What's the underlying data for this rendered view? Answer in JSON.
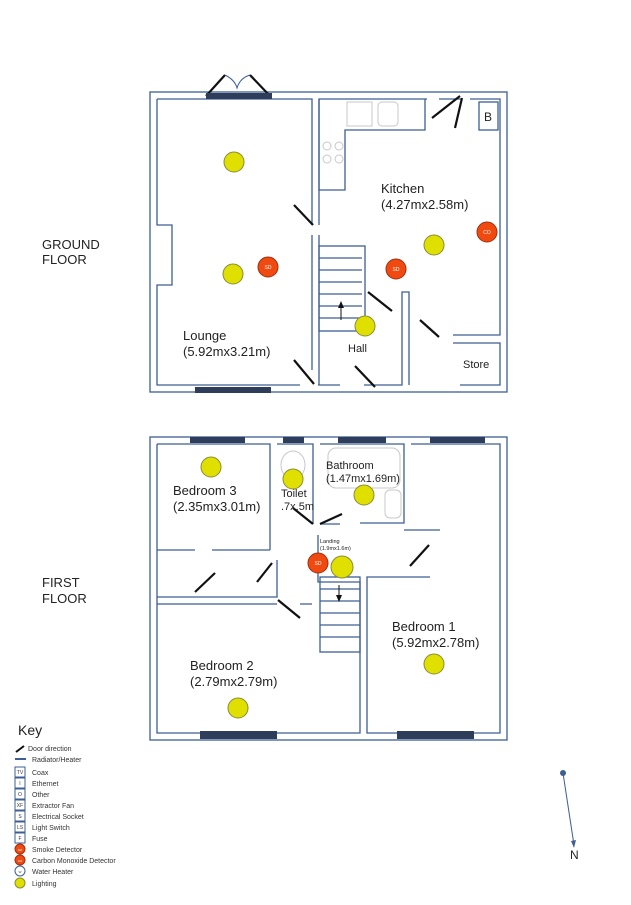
{
  "floors": {
    "ground": {
      "label_line1": "GROUND",
      "label_line2": "FLOOR"
    },
    "first": {
      "label_line1": "FIRST",
      "label_line2": "FLOOR"
    }
  },
  "rooms": {
    "lounge": {
      "name": "Lounge",
      "size": "(5.92mx3.21m)"
    },
    "kitchen": {
      "name": "Kitchen",
      "size": "(4.27mx2.58m)"
    },
    "hall": {
      "name": "Hall"
    },
    "store": {
      "name": "Store"
    },
    "boiler": {
      "label": "B"
    },
    "bedroom3": {
      "name": "Bedroom 3",
      "size": "(2.35mx3.01m)"
    },
    "toilet": {
      "name": "Toilet",
      "size": ".7x.5m"
    },
    "bathroom": {
      "name": "Bathroom",
      "size": "(1.47mx1.69m)"
    },
    "landing": {
      "name": "Landing",
      "size": "(1.9mx1.6m)"
    },
    "bedroom1": {
      "name": "Bedroom 1",
      "size": "(5.92mx2.78m)"
    },
    "bedroom2": {
      "name": "Bedroom 2",
      "size": "(2.79mx2.79m)"
    }
  },
  "detector_labels": {
    "smoke": "SD",
    "co": "CO"
  },
  "key": {
    "title": "Key",
    "items": [
      {
        "symbol": "",
        "label": "Door direction"
      },
      {
        "symbol": "",
        "label": "Radiator/Heater"
      },
      {
        "symbol": "TV",
        "label": "Coax"
      },
      {
        "symbol": "I",
        "label": "Ethernet"
      },
      {
        "symbol": "O",
        "label": "Other"
      },
      {
        "symbol": "XF",
        "label": "Extractor Fan"
      },
      {
        "symbol": "S",
        "label": "Electrical Socket"
      },
      {
        "symbol": "LS",
        "label": "Light Switch"
      },
      {
        "symbol": "F",
        "label": "Fuse"
      },
      {
        "symbol": "SD",
        "label": "Smoke Detector"
      },
      {
        "symbol": "CO",
        "label": "Carbon Monoxide Detector"
      },
      {
        "symbol": "W",
        "label": "Water Heater"
      },
      {
        "symbol": "",
        "label": "Lighting"
      }
    ]
  },
  "compass": {
    "label": "N"
  },
  "colors": {
    "wall": "#3d5f94",
    "lighting": "#e0e000",
    "detector": "#f04a10"
  }
}
